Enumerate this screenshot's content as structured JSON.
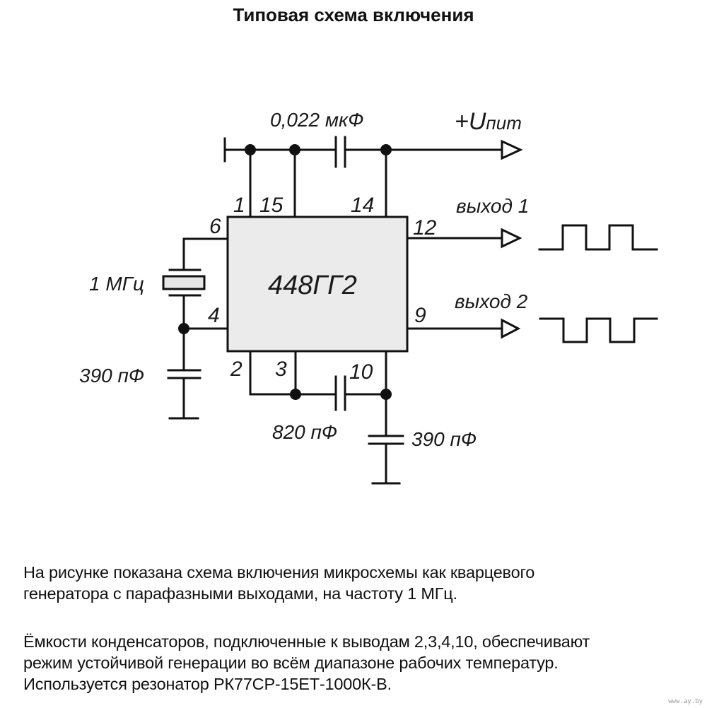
{
  "title": "Типовая схема включения",
  "schematic": {
    "chip_label": "448ГГ2",
    "pins": [
      "1",
      "15",
      "14",
      "6",
      "12",
      "4",
      "9",
      "2",
      "3",
      "10"
    ],
    "supply_cap": "0,022 мкФ",
    "supply_label_main": "+U",
    "supply_label_sub": "пит",
    "crystal": "1 МГц",
    "cap_left": "390 пФ",
    "cap_bottom_series": "820 пФ",
    "cap_bottom_right": "390 пФ",
    "output1": "выход 1",
    "output2": "выход 2",
    "colors": {
      "line": "#111111",
      "chip_fill": "#ebebeb"
    }
  },
  "description": {
    "paragraph1": [
      "На рисунке показана схема включения микросхемы как кварцевого",
      "генератора с парафазными выходами, на частоту 1 МГц."
    ],
    "paragraph2": [
      "Ёмкости конденсаторов, подключенные к выводам 2,3,4,10, обеспечивают",
      "режим устойчивой генерации во всём диапазоне рабочих температур.",
      "Используется резонатор РК77СР-15ЕТ-1000К-В."
    ]
  },
  "watermark": "www.ay.by"
}
